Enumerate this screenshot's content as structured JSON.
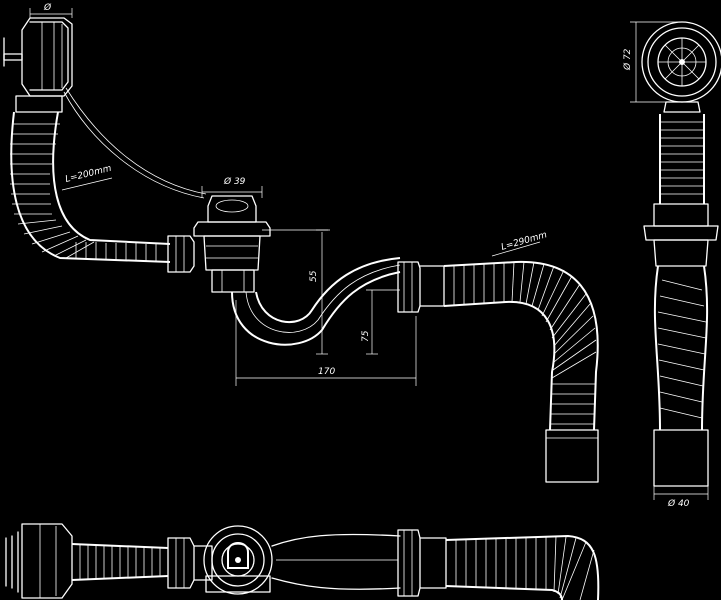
{
  "dimensions": {
    "top_left_partial": "Ø",
    "cable_length": "L=200mm",
    "outlet_diameter": "Ø 39",
    "seal_height": "55",
    "trap_depth": "75",
    "trap_width": "170",
    "hose_length": "L=290mm",
    "strainer_diameter": "Ø 72",
    "drain_diameter": "Ø 40"
  },
  "colors": {
    "background": "#000000",
    "linework": "#ffffff"
  }
}
